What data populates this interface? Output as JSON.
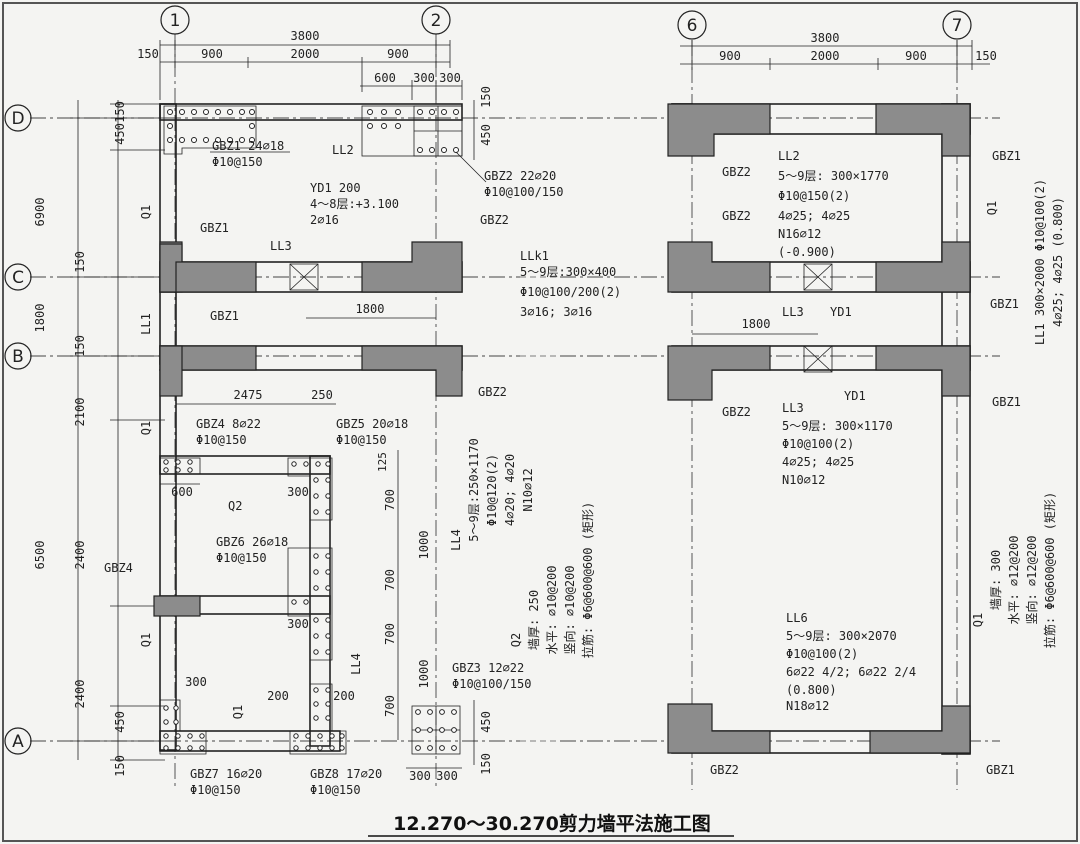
{
  "title": "12.270～30.270剪力墙平法施工图",
  "axes": {
    "a1": "1",
    "a2": "2",
    "a6": "6",
    "a7": "7",
    "A": "A",
    "B": "B",
    "C": "C",
    "D": "D"
  },
  "dims": {
    "d3800a": "3800",
    "d150a": "150",
    "d900a": "900",
    "d2000a": "2000",
    "d900b": "900",
    "d600t": "600",
    "d300t": "300",
    "d300t2": "300",
    "d150v1": "150",
    "d450v1": "450",
    "d6900": "6900",
    "d150v2": "150",
    "d1800v": "1800",
    "d150v3": "150",
    "d2100": "2100",
    "d6500": "6500",
    "d2400a": "2400",
    "d2400b": "2400",
    "d450v2": "450",
    "d150v4": "150",
    "d450r": "450",
    "d150r": "150",
    "d450r2": "450",
    "d150r2": "150",
    "d1800h": "1800",
    "d2475": "2475",
    "d250": "250",
    "d125": "125",
    "d600h": "600",
    "d300h": "300",
    "d700a": "700",
    "d1000a": "1000",
    "d700b": "700",
    "d700c": "700",
    "d1000b": "1000",
    "d700d": "700",
    "d300h2": "300",
    "d300h3": "300",
    "d200a": "200",
    "d200b": "200",
    "d300b1": "300",
    "d300b2": "300",
    "r3800": "3800",
    "r900a": "900",
    "r2000": "2000",
    "r900b": "900",
    "r150": "150",
    "r1800": "1800"
  },
  "labels": {
    "gbz1_top": "GBZ1 24⌀18",
    "gbz1_top2": "Φ10@150",
    "gbz2_top": "GBZ2 22⌀20",
    "gbz2_top2": "Φ10@100/150",
    "ll2": "LL2",
    "q1a": "Q1",
    "q1b": "Q1",
    "q1c": "Q1",
    "q1d": "Q1",
    "q2": "Q2",
    "gbz1_c": "GBZ1",
    "gbz2_c": "GBZ2",
    "ll3": "LL3",
    "gbz1_b": "GBZ1",
    "gbz2_b": "GBZ2",
    "ll1": "LL1",
    "yd1_1": "YD1 200",
    "yd1_2": "4～8层:+3.100",
    "yd1_3": "2⌀16",
    "llk1_1": "LLk1",
    "llk1_2": "5～9层:300×400",
    "llk1_3": "Φ10@100/200(2)",
    "llk1_4": "3⌀16; 3⌀16",
    "gbz4": "GBZ4 8⌀22",
    "gbz4b": "Φ10@150",
    "gbz4s": "GBZ4",
    "gbz5": "GBZ5 20⌀18",
    "gbz5b": "Φ10@150",
    "gbz6": "GBZ6 26⌀18",
    "gbz6b": "Φ10@150",
    "gbz3": "GBZ3 12⌀22",
    "gbz3b": "Φ10@100/150",
    "gbz7": "GBZ7 16⌀20",
    "gbz7b": "Φ10@150",
    "gbz8": "GBZ8 17⌀20",
    "gbz8b": "Φ10@150",
    "ll4v": "LL4",
    "ll4_1": "LL4",
    "ll4_2": "5～9层:250×1170",
    "ll4_3": "Φ10@120(2)",
    "ll4_4": "4⌀20; 4⌀20",
    "ll4_5": "N10⌀12",
    "q2_1": "Q2",
    "q2_2": "墙厚: 250",
    "q2_3": "水平: ⌀10@200",
    "q2_4": "竖向: ⌀10@200",
    "q2_5": "拉筋: Φ6@600@600 (矩形)",
    "r_gbz2a": "GBZ2",
    "r_gbz1a": "GBZ1",
    "r_gbz2b": "GBZ2",
    "r_gbz1b": "GBZ1",
    "r_gbz2c": "GBZ2",
    "r_gbz1c": "GBZ1",
    "r_gbz2d": "GBZ2",
    "r_gbz1d": "GBZ1",
    "r_q1": "Q1",
    "r_ll3": "LL3",
    "r_yd1a": "YD1",
    "r_yd1b": "YD1",
    "ll2_1": "LL2",
    "ll2_2": "5～9层: 300×1770",
    "ll2_3": "Φ10@150(2)",
    "ll2_4": "4⌀25; 4⌀25",
    "ll2_5": "N16⌀12",
    "ll2_6": "(-0.900)",
    "ll3_1": "LL3",
    "ll3_2": "5～9层: 300×1170",
    "ll3_3": "Φ10@100(2)",
    "ll3_4": "4⌀25; 4⌀25",
    "ll3_5": "N10⌀12",
    "ll6_1": "LL6",
    "ll6_2": "5～9层: 300×2070",
    "ll6_3": "Φ10@100(2)",
    "ll6_4": "6⌀22 4/2; 6⌀22 2/4",
    "ll6_5": "(0.800)",
    "ll6_6": "N18⌀12",
    "ll1v_1": "LL1 300×2000 Φ10@100(2)",
    "ll1v_2": "4⌀25; 4⌀25 (0.800)",
    "q1v_1": "Q1",
    "q1v_2": "墙厚: 300",
    "q1v_3": "水平: ⌀12@200",
    "q1v_4": "竖向: ⌀12@200",
    "q1v_5": "拉筋: Φ6@600@600 (矩形)"
  }
}
